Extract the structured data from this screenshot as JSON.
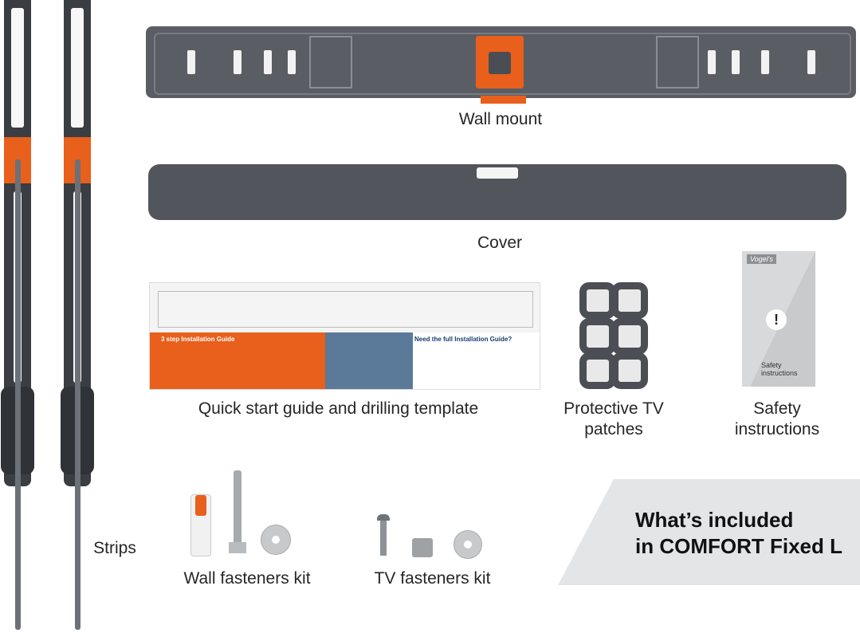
{
  "labels": {
    "wall_mount": "Wall mount",
    "cover": "Cover",
    "quick_start_line": "Quick start guide and drilling template",
    "patches_line1": "Protective TV",
    "patches_line2": "patches",
    "safety_line1": "Safety",
    "safety_line2": "instructions",
    "strips": "Strips",
    "wall_fasteners": "Wall fasteners kit",
    "tv_fasteners": "TV fasteners kit"
  },
  "headline": {
    "line1": "What’s included",
    "line2": "in COMFORT Fixed L"
  },
  "guide": {
    "step_title": "3 step Installation Guide",
    "full_title": "Need the full Installation Guide?"
  },
  "booklet": {
    "brand": "Vogel's",
    "text_line1": "Safety",
    "text_line2": "instructions",
    "icon": "exclamation-icon"
  },
  "colors": {
    "accent_orange": "#e8601c",
    "mount_gray": "#5a5e64",
    "dark_gray": "#3a3d42",
    "panel_bg": "#e4e5e6"
  }
}
